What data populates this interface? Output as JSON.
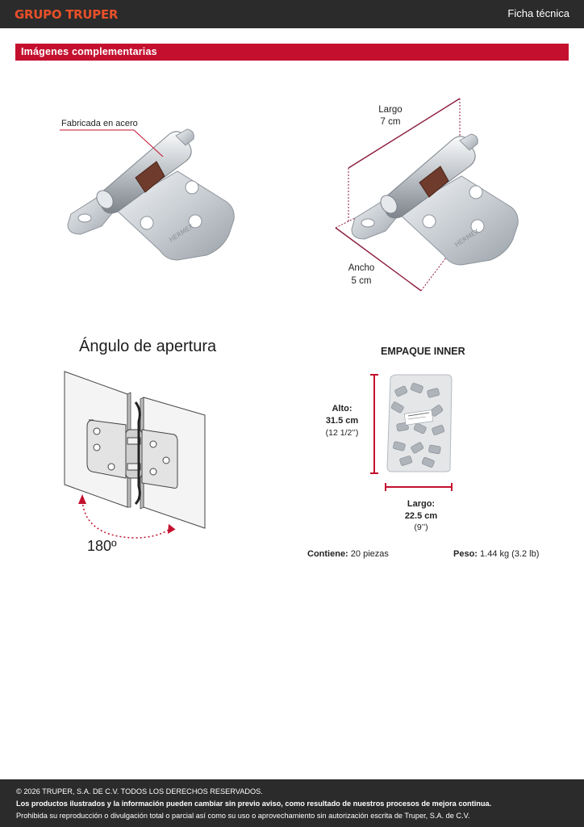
{
  "header": {
    "brand": "GRUPO TRUPER",
    "doc_type": "Ficha técnica"
  },
  "section": {
    "title": "Imágenes complementarias"
  },
  "hinge_material": {
    "callout": "Fabricada en acero",
    "engraving": "HERMEX"
  },
  "dimensions": {
    "length_label": "Largo",
    "length_value": "7 cm",
    "width_label": "Ancho",
    "width_value": "5 cm"
  },
  "opening": {
    "title": "Ángulo de apertura",
    "angle": "180º"
  },
  "package": {
    "title": "EMPAQUE INNER",
    "height_label": "Alto:",
    "height_value": "31.5 cm",
    "height_inches": "(12 1/2’’)",
    "length_label": "Largo:",
    "length_value": "22.5 cm",
    "length_inches": "(9’’)",
    "contents_label": "Contiene:",
    "contents_value": "20 piezas",
    "weight_label": "Peso:",
    "weight_value": "1.44 kg (3.2 lb)"
  },
  "footer": {
    "copyright": "© 2026 TRUPER, S.A. DE C.V. TODOS LOS DERECHOS RESERVADOS.",
    "notice": "Los productos ilustrados y la información pueden cambiar sin previo aviso, como resultado de nuestros procesos de mejora continua.",
    "legal": "Prohibida su reproducción o divulgación total o parcial así como su uso o aprovechamiento sin autorización escrita de Truper, S.A. de C.V."
  },
  "colors": {
    "brand_orange": "#e8502a",
    "accent_red": "#c4102e",
    "dark_bar": "#2b2b2b"
  }
}
